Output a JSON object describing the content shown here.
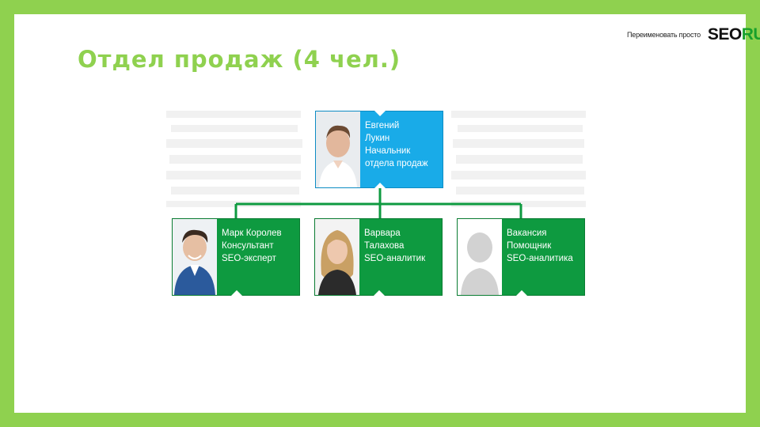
{
  "slide": {
    "title": "Отдел продаж (4 чел.)",
    "brand": {
      "tagline": "Переименовать просто",
      "logo_part1": "SEO",
      "logo_part2": "RU"
    }
  },
  "org_chart": {
    "head": {
      "line1": "Евгений",
      "line2": "Лукин",
      "line3": "Начальник",
      "line4": "отдела продаж",
      "photo_icon": "person-photo"
    },
    "members": [
      {
        "line1": "Марк Королев",
        "line2": "Консультант",
        "line3": "SEO-эксперт",
        "photo_icon": "person-photo"
      },
      {
        "line1": "Варвара",
        "line2": "Талахова",
        "line3": "SEO-аналитик",
        "photo_icon": "person-photo"
      },
      {
        "line1": "Вакансия",
        "line2": "Помощник",
        "line3": "SEO-аналитика",
        "photo_icon": "placeholder-avatar"
      }
    ]
  },
  "colors": {
    "frame": "#8fd14f",
    "head_card": "#19abe8",
    "member_card": "#0e9a40",
    "connector": "#0e9a40"
  }
}
